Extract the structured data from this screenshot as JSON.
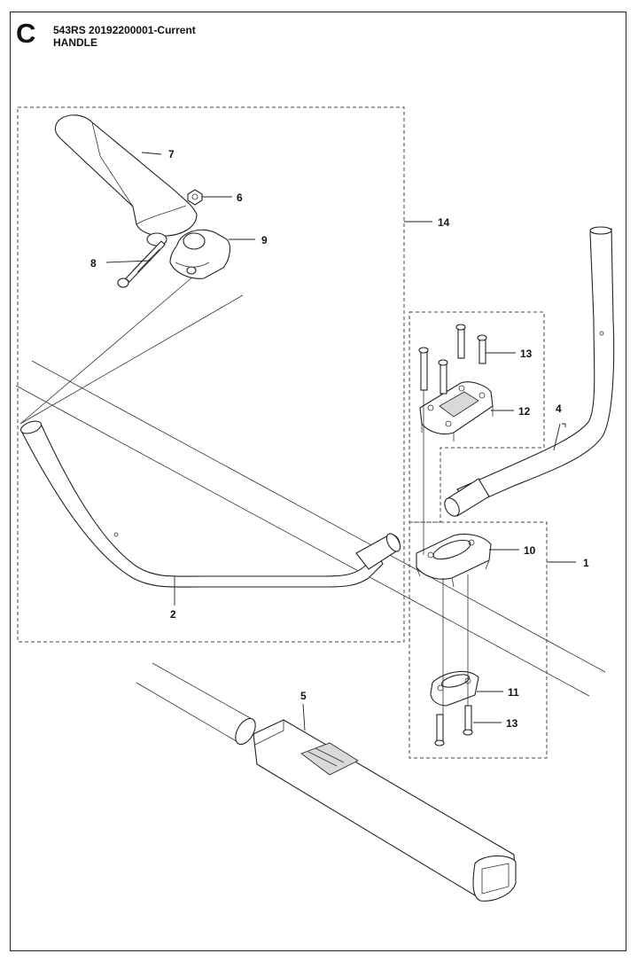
{
  "header": {
    "section_letter": "C",
    "model_line": "543RS  20192200001-Current",
    "title": "HANDLE"
  },
  "callouts": [
    {
      "id": "1",
      "label": "1"
    },
    {
      "id": "2",
      "label": "2"
    },
    {
      "id": "4",
      "label": "4"
    },
    {
      "id": "5",
      "label": "5"
    },
    {
      "id": "6",
      "label": "6"
    },
    {
      "id": "7",
      "label": "7"
    },
    {
      "id": "8",
      "label": "8"
    },
    {
      "id": "9",
      "label": "9"
    },
    {
      "id": "10",
      "label": "10"
    },
    {
      "id": "11",
      "label": "11"
    },
    {
      "id": "12",
      "label": "12"
    },
    {
      "id": "13a",
      "label": "13"
    },
    {
      "id": "13b",
      "label": "13"
    },
    {
      "id": "14",
      "label": "14"
    }
  ]
}
